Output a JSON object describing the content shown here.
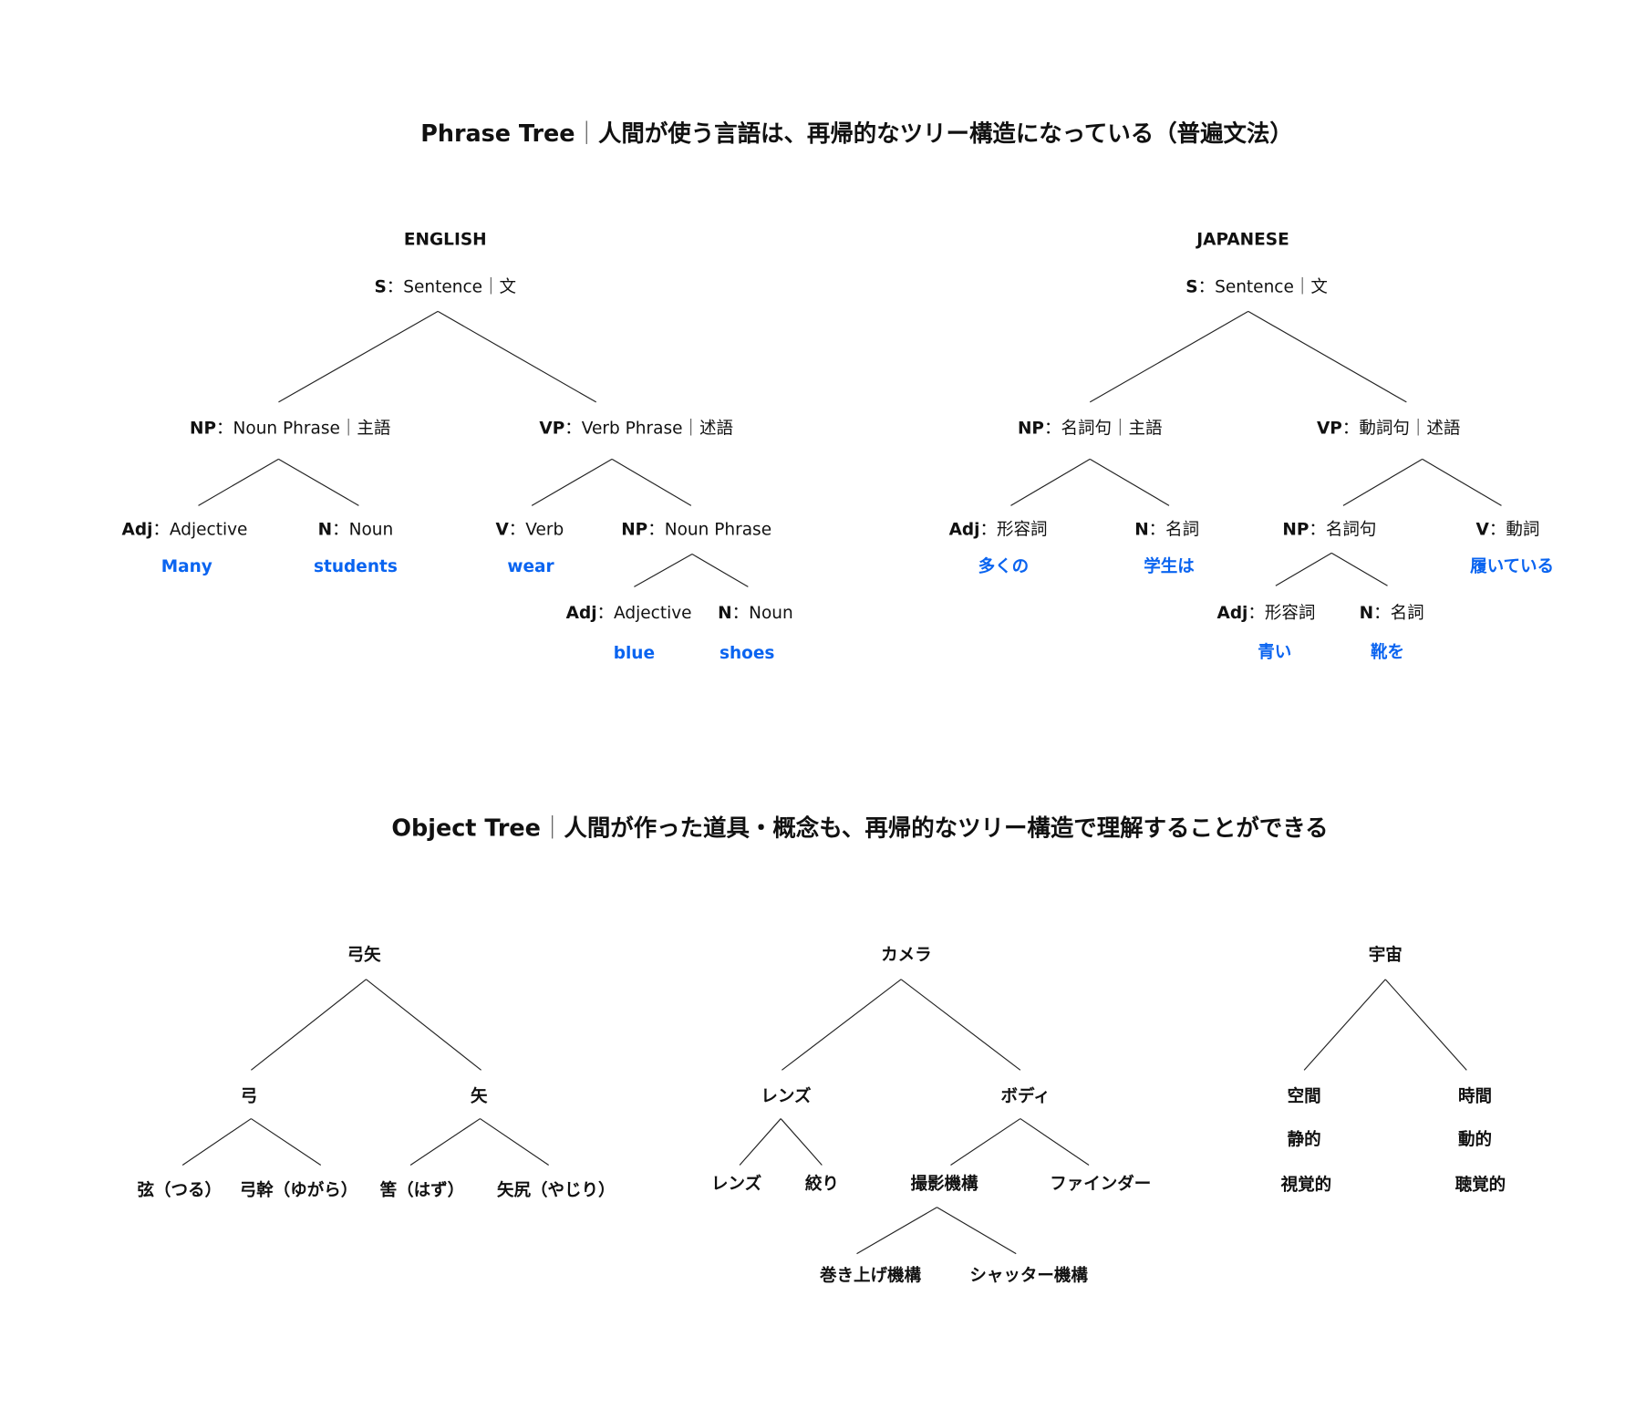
{
  "colors": {
    "text": "#111111",
    "accent_blue": "#0a64f0",
    "background": "#ffffff"
  },
  "phrase_title": {
    "bold": "Phrase Tree",
    "sep": "｜",
    "rest": "人間が使う言語は、再帰的なツリー構造になっている（普遍文法）"
  },
  "english": {
    "heading": "ENGLISH",
    "s": {
      "abbr": "S",
      "text": "：Sentence｜文"
    },
    "np": {
      "abbr": "NP",
      "text": "：Noun Phrase｜主語"
    },
    "vp": {
      "abbr": "VP",
      "text": "：Verb Phrase｜述語"
    },
    "adj": {
      "abbr": "Adj",
      "text": "：Adjective",
      "word": "Many"
    },
    "n": {
      "abbr": "N",
      "text": "：Noun",
      "word": "students"
    },
    "v": {
      "abbr": "V",
      "text": "：Verb",
      "word": "wear"
    },
    "np2": {
      "abbr": "NP",
      "text": "：Noun Phrase"
    },
    "adj2": {
      "abbr": "Adj",
      "text": "：Adjective",
      "word": "blue"
    },
    "n2": {
      "abbr": "N",
      "text": "：Noun",
      "word": "shoes"
    }
  },
  "japanese": {
    "heading": "JAPANESE",
    "s": {
      "abbr": "S",
      "text": "：Sentence｜文"
    },
    "np": {
      "abbr": "NP",
      "text": "：名詞句｜主語"
    },
    "vp": {
      "abbr": "VP",
      "text": "：動詞句｜述語"
    },
    "adj": {
      "abbr": "Adj",
      "text": "：形容詞",
      "word": "多くの"
    },
    "n": {
      "abbr": "N",
      "text": "：名詞",
      "word": "学生は"
    },
    "np2": {
      "abbr": "NP",
      "text": "：名詞句"
    },
    "v": {
      "abbr": "V",
      "text": "：動詞",
      "word": "履いている"
    },
    "adj2": {
      "abbr": "Adj",
      "text": "：形容詞",
      "word": "青い"
    },
    "n2": {
      "abbr": "N",
      "text": "：名詞",
      "word": "靴を"
    }
  },
  "object_title": {
    "bold": "Object Tree",
    "sep": "｜",
    "rest": "人間が作った道具・概念も、再帰的なツリー構造で理解することができる"
  },
  "bow": {
    "root": "弓矢",
    "left": "弓",
    "right": "矢",
    "leaves": [
      "弦（つる）",
      "弓幹（ゆがら）",
      "筈（はず）",
      "矢尻（やじり）"
    ]
  },
  "camera": {
    "root": "カメラ",
    "left": "レンズ",
    "right": "ボディ",
    "leaves": [
      "レンズ",
      "絞り",
      "撮影機構",
      "ファインダー"
    ],
    "sub_leaves": [
      "巻き上げ機構",
      "シャッター機構"
    ]
  },
  "universe": {
    "root": "宇宙",
    "left": [
      "空間",
      "静的",
      "視覚的"
    ],
    "right": [
      "時間",
      "動的",
      "聴覚的"
    ]
  }
}
